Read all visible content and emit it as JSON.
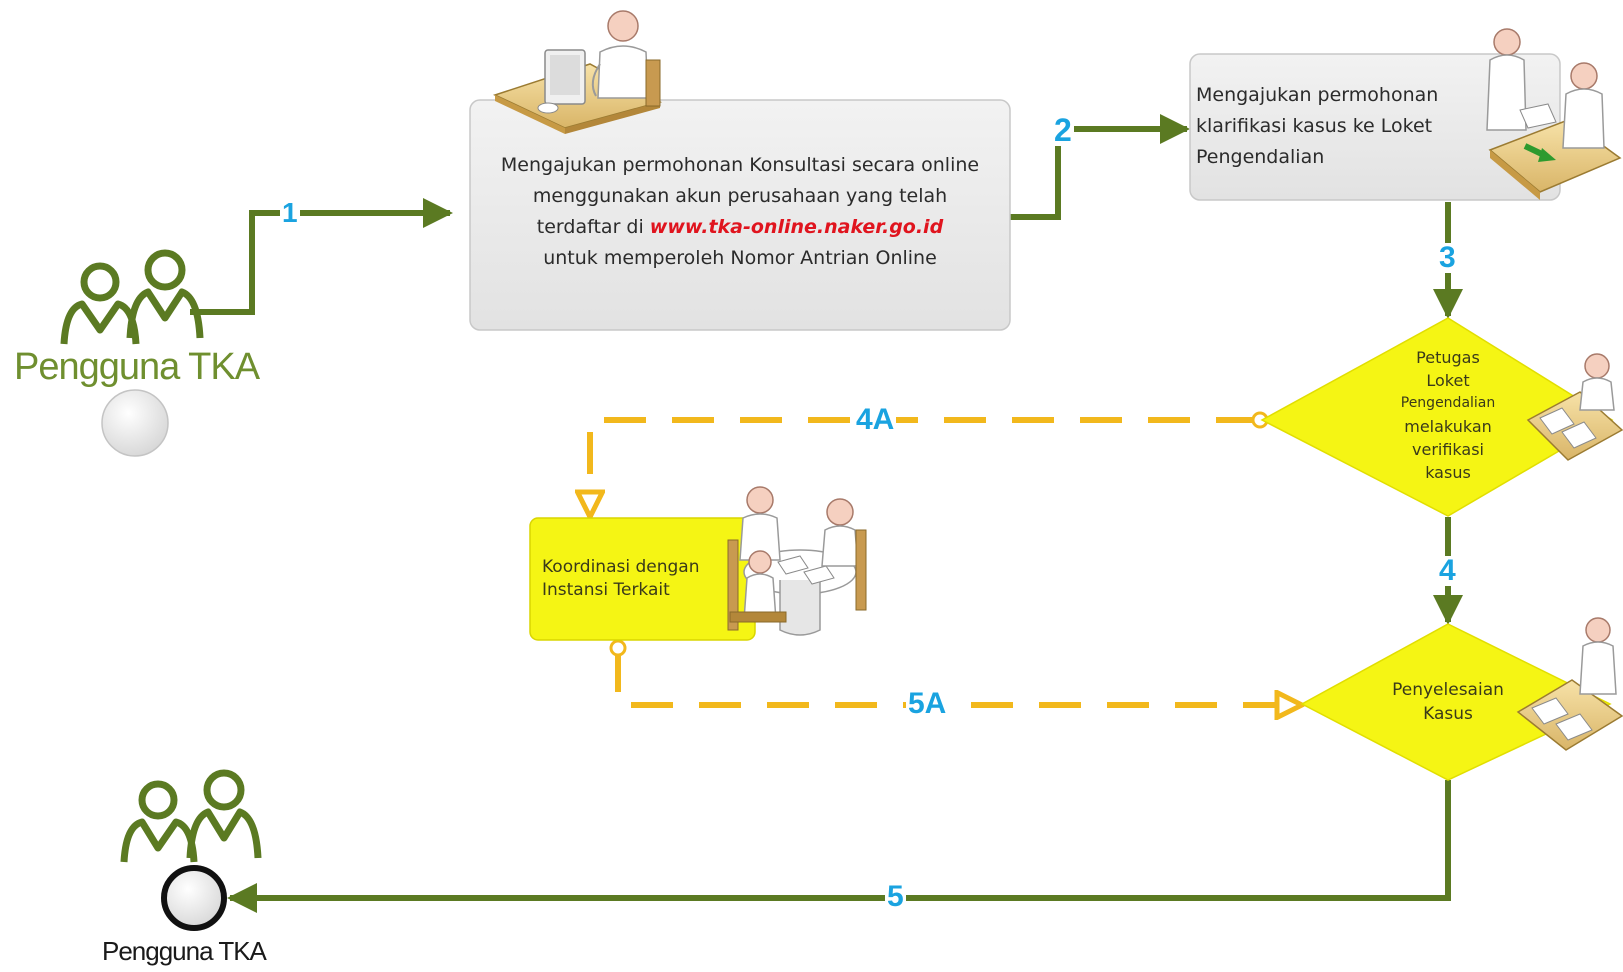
{
  "actors": {
    "start_label": "Pengguna TKA",
    "end_label": "Pengguna TKA"
  },
  "steps": {
    "s1": "1",
    "s2": "2",
    "s3": "3",
    "s4": "4",
    "s4a": "4A",
    "s5": "5",
    "s5a": "5A"
  },
  "boxes": {
    "online": {
      "line1": "Mengajukan permohonan Konsultasi secara online",
      "line2": "menggunakan akun perusahaan yang telah",
      "line3_prefix": "terdaftar di ",
      "line3_url": "www.tka-online.naker.go.id",
      "line4": "untuk memperoleh Nomor Antrian Online"
    },
    "loket": {
      "line1": "Mengajukan permohonan",
      "line2": "klarifikasi kasus ke Loket",
      "line3": "Pengendalian"
    },
    "verifikasi": {
      "line1": "Petugas",
      "line2": "Loket",
      "line3": "Pengendalian",
      "line4": "melakukan",
      "line5": "verifikasi",
      "line6": "kasus"
    },
    "koordinasi": {
      "line1": "Koordinasi dengan",
      "line2": "Instansi Terkait"
    },
    "penyelesaian": {
      "line1": "Penyelesaian",
      "line2": "Kasus"
    }
  },
  "colors": {
    "flow_solid": "#5b7a22",
    "flow_dashed": "#f2b81c",
    "step_number": "#1aa3e0",
    "decision_fill": "#f5f514",
    "box_gray": "#ececec",
    "url_red": "#e0141e",
    "actor_green": "#5b7a22"
  },
  "icons": {
    "computer_user": "person-at-computer-icon",
    "handover": "document-handover-icon",
    "officer": "officer-at-desk-icon",
    "meeting": "meeting-table-icon"
  }
}
